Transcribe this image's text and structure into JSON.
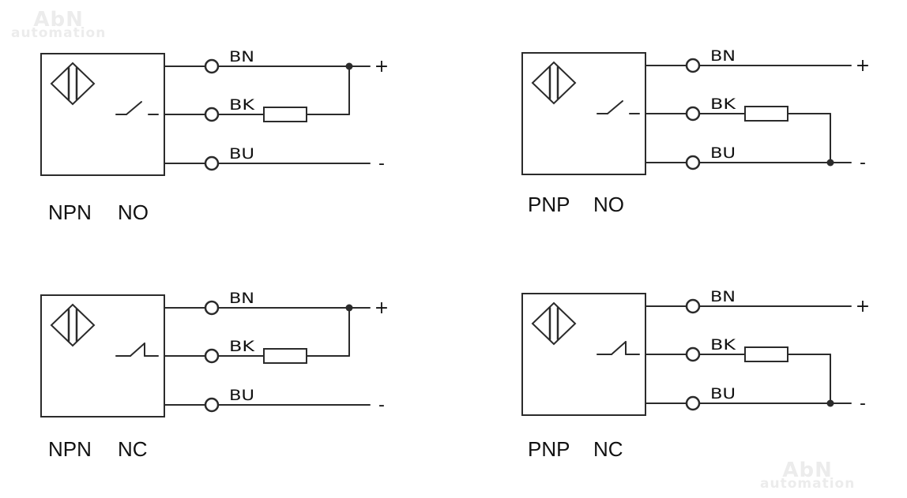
{
  "watermark": {
    "brand": "AbN",
    "tagline": "automation"
  },
  "colors": {
    "line": "#2b2b2b",
    "text": "#111111",
    "watermark": "#ececec"
  },
  "diagrams": [
    {
      "id": "npn-no",
      "type_label": "NPN",
      "mode_label": "NO",
      "switch": "normally-open",
      "output_load_to": "+",
      "wires": [
        {
          "color": "BN",
          "polarity": "+"
        },
        {
          "color": "BK",
          "polarity": ""
        },
        {
          "color": "BU",
          "polarity": "-"
        }
      ]
    },
    {
      "id": "pnp-no",
      "type_label": "PNP",
      "mode_label": "NO",
      "switch": "normally-open",
      "output_load_to": "-",
      "wires": [
        {
          "color": "BN",
          "polarity": "+"
        },
        {
          "color": "BK",
          "polarity": ""
        },
        {
          "color": "BU",
          "polarity": "-"
        }
      ]
    },
    {
      "id": "npn-nc",
      "type_label": "NPN",
      "mode_label": "NC",
      "switch": "normally-closed",
      "output_load_to": "+",
      "wires": [
        {
          "color": "BN",
          "polarity": "+"
        },
        {
          "color": "BK",
          "polarity": ""
        },
        {
          "color": "BU",
          "polarity": "-"
        }
      ]
    },
    {
      "id": "pnp-nc",
      "type_label": "PNP",
      "mode_label": "NC",
      "switch": "normally-closed",
      "output_load_to": "-",
      "wires": [
        {
          "color": "BN",
          "polarity": "+"
        },
        {
          "color": "BK",
          "polarity": ""
        },
        {
          "color": "BU",
          "polarity": "-"
        }
      ]
    }
  ]
}
